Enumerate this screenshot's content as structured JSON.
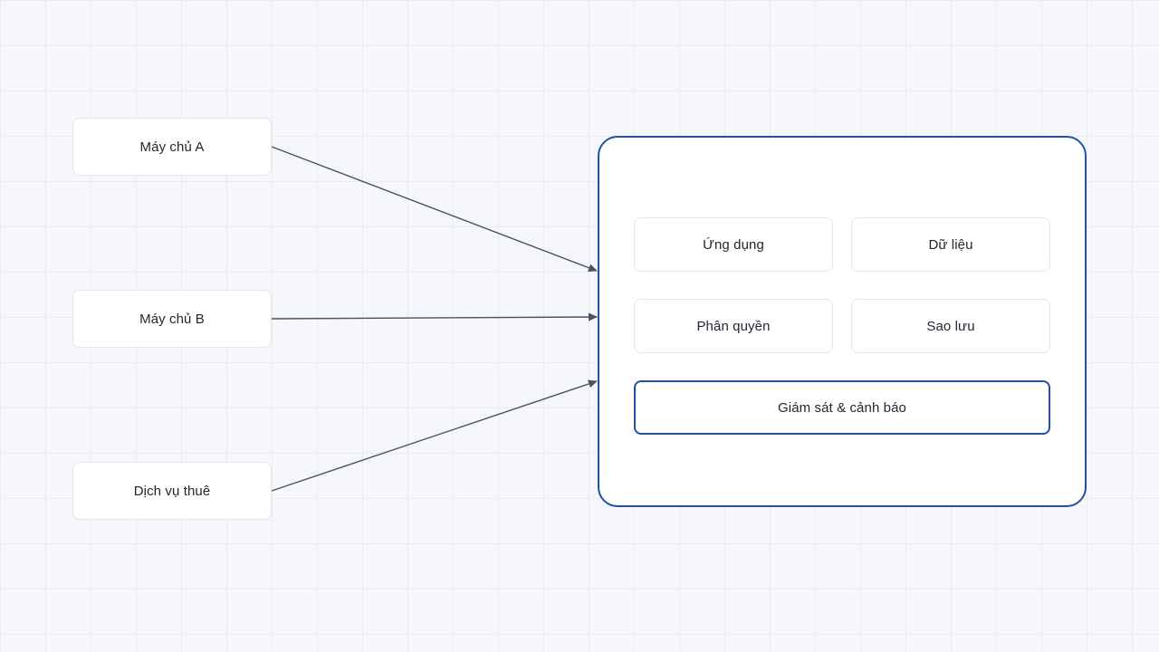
{
  "sources": {
    "server_a": "Máy chủ A",
    "server_b": "Máy chủ B",
    "rental_service": "Dịch vụ thuê"
  },
  "platform": {
    "modules": {
      "application": "Ứng dụng",
      "data": "Dữ liệu",
      "permissions": "Phân quyền",
      "backup": "Sao lưu"
    },
    "monitoring": "Giám sát & cảnh báo"
  },
  "colors": {
    "accent": "#2450a0",
    "edge": "#4a5263",
    "node_border": "#e3e7ee",
    "background": "#f5f7fb"
  }
}
